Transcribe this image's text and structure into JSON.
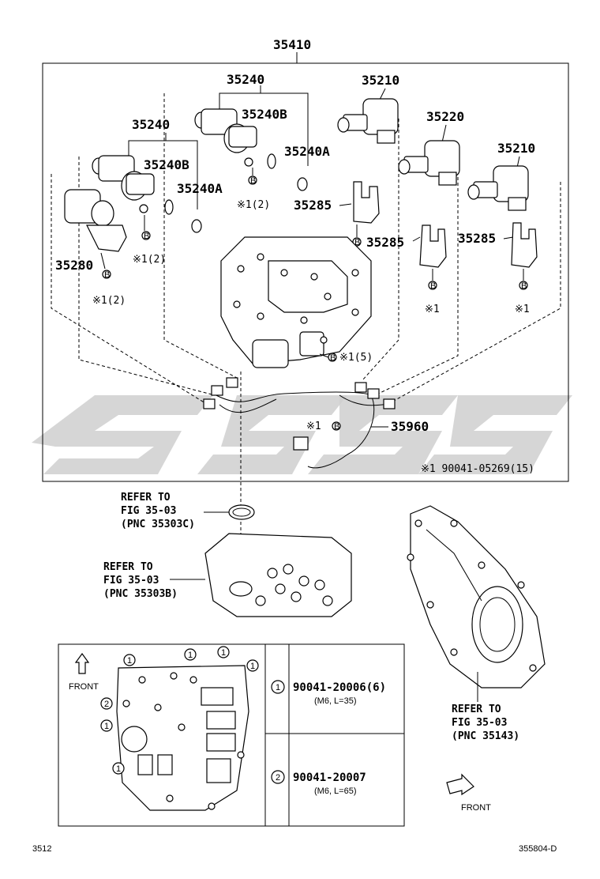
{
  "part_numbers": {
    "assembly": "35410",
    "solenoid_35240_a": "35240",
    "solenoid_35240_b": "35240",
    "seal_b_1": "35240B",
    "seal_a_1": "35240A",
    "seal_b_2": "35240B",
    "seal_a_2": "35240A",
    "solenoid_35210_a": "35210",
    "solenoid_35220": "35220",
    "solenoid_35210_b": "35210",
    "bracket_35285_a": "35285",
    "bracket_35285_b": "35285",
    "bracket_35285_c": "35285",
    "solenoid_35280": "35280",
    "wire_35960": "35960"
  },
  "bolt_notes": {
    "b1": "※1(2)",
    "b2": "※1(2)",
    "b3": "※1(2)",
    "b4": "※1",
    "b5": "※1",
    "b6": "※1",
    "b7": "※1(5)",
    "b8": "※1"
  },
  "bolt_symbol": "B",
  "footnote": "※1  90041-05269(15)",
  "refer_1": [
    "REFER TO",
    "FIG 35-03",
    "(PNC 35303C)"
  ],
  "refer_2": [
    "REFER TO",
    "FIG 35-03",
    "(PNC 35303B)"
  ],
  "refer_3": [
    "REFER TO",
    "FIG 35-03",
    "(PNC 35143)"
  ],
  "inset": {
    "front_label": "FRONT",
    "marker_1": "1",
    "marker_2": "2",
    "row1_part": "90041-20006(6)",
    "row1_spec": "(M6, L=35)",
    "row2_part": "90041-20007",
    "row2_spec": "(M6, L=65)"
  },
  "front_label_2": "FRONT",
  "page_code": "3512",
  "diagram_code": "355804-D"
}
